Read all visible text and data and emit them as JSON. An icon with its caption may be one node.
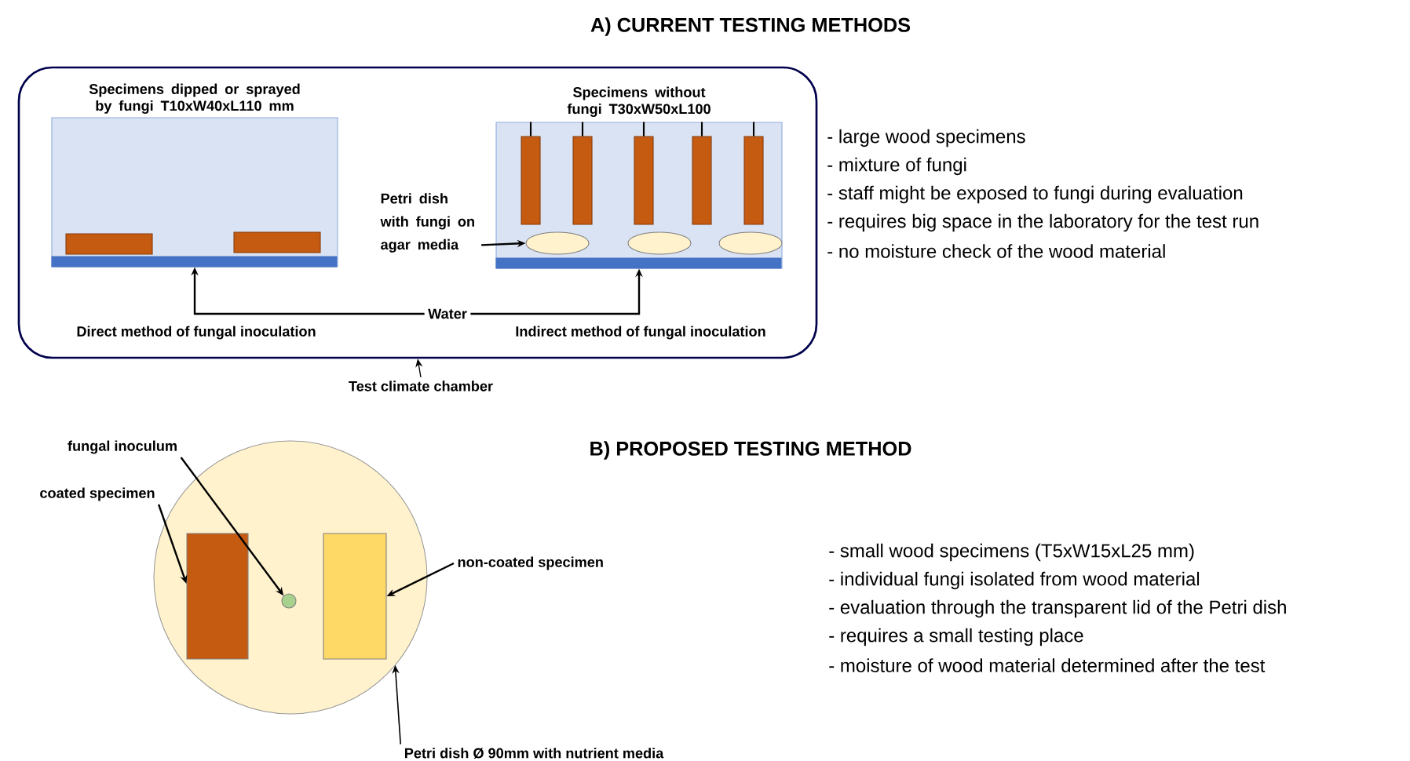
{
  "diagram": {
    "nodes": [
      {
        "text": [],
        "shape": "box"
      },
      {
        "text": [
          "Specimens dipped or sprayed by fungi T10xW40xL110 mm"
        ],
        "in": 0
      },
      {
        "text": [],
        "shape": "bar",
        "in": 1
      },
      {
        "text": [],
        "shape": "bar",
        "in": 1
      },
      {
        "text": [
          "Specimens without fungi T30xW50xL100"
        ],
        "in": 0
      },
      {
        "text": [],
        "shape": "bar",
        "in": 4
      },
      {
        "text": [],
        "shape": "bar",
        "in": 4
      },
      {
        "text": [],
        "shape": "bar",
        "in": 4
      },
      {
        "text": [],
        "shape": "bar",
        "in": 4
      },
      {
        "text": [],
        "shape": "bar",
        "in": 4
      },
      {
        "text": [],
        "shape": "ellipse",
        "in": 4
      },
      {
        "text": [],
        "shape": "ellipse",
        "in": 4
      },
      {
        "text": [],
        "shape": "ellipse",
        "in": 4
      },
      {
        "text": [
          "Water"
        ],
        "in": 0
      },
      {
        "text": [
          "Petri dish with fungi on agar media"
        ],
        "in": 0
      },
      {
        "text": [
          "Test climate chamber"
        ]
      },
      {
        "text": [],
        "shape": "circle"
      },
      {
        "text": [],
        "shape": "bar",
        "in": 16
      },
      {
        "text": [],
        "shape": "circle",
        "in": 16
      },
      {
        "text": [],
        "shape": "bar",
        "in": 16
      },
      {
        "text": [
          "fungal inoculum"
        ]
      },
      {
        "text": [
          "coated specimen"
        ]
      },
      {
        "text": [
          "non-coated specimen"
        ]
      },
      {
        "text": [
          "Petri dish Ø 90mm with nutrient media"
        ]
      }
    ],
    "edges": [
      {
        "from": 13,
        "to": 1,
        "arrow": "to"
      },
      {
        "from": 13,
        "to": 4,
        "arrow": "to"
      },
      {
        "from": 14,
        "to": 10,
        "arrow": "to"
      },
      {
        "from": 15,
        "to": 0,
        "arrow": "to"
      },
      {
        "from": 20,
        "to": 18,
        "arrow": "to"
      },
      {
        "from": 21,
        "to": 17,
        "arrow": "to"
      },
      {
        "from": 22,
        "to": 19,
        "arrow": "to"
      },
      {
        "from": 23,
        "to": 16,
        "arrow": "to"
      }
    ],
    "labels": [
      "A) CURRENT TESTING METHODS",
      "- large wood specimens",
      "- mixture of fungi",
      "- staff might be exposed to fungi during evaluation",
      "- requires big space in the laboratory for the test run",
      "- no moisture check of the wood material",
      "Direct method of fungal inoculation",
      "Indirect method of fungal inoculation",
      "B) PROPOSED TESTING METHOD",
      "- small wood specimens (T5xW15xL25 mm)",
      "- individual fungi isolated from wood material",
      "- evaluation through the transparent lid of the Petri dish",
      "- requires a small testing place",
      "- moisture of wood material determined after the test"
    ]
  }
}
